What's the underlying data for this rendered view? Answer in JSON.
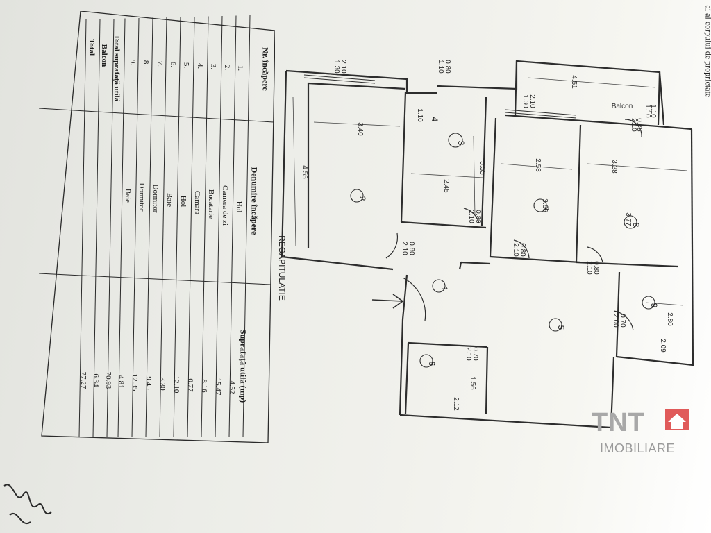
{
  "header_note": "ai al corpului de proprietate",
  "table": {
    "headers": [
      "Nr. încăpere",
      "Denumire încăpere",
      "Suprafață utilă (mp)"
    ],
    "rows": [
      {
        "nr": "1.",
        "name": "Hol",
        "area": "4.52"
      },
      {
        "nr": "2.",
        "name": "Camera de zi",
        "area": "15.47"
      },
      {
        "nr": "3.",
        "name": "Bucatarie",
        "area": "8.16"
      },
      {
        "nr": "4.",
        "name": "Camara",
        "area": "0.77"
      },
      {
        "nr": "5.",
        "name": "Hol",
        "area": "12.10"
      },
      {
        "nr": "6.",
        "name": "Baie",
        "area": "3.30"
      },
      {
        "nr": "7.",
        "name": "Dormitor",
        "area": "9.45"
      },
      {
        "nr": "8.",
        "name": "Dormitor",
        "area": "12.35"
      },
      {
        "nr": "9.",
        "name": "Baie",
        "area": "4.81"
      }
    ],
    "total_util_label": "Total suprafață utilă",
    "total_util": "70.93",
    "balcon_label": "Balcon",
    "balcon": "6.34",
    "total_label": "Total",
    "total": "77.27"
  },
  "plan": {
    "recap_label": "REGAPITULATIE",
    "balcon_label": "Balcon",
    "room_numbers": [
      "1",
      "2",
      "3",
      "4",
      "5",
      "6",
      "7",
      "8",
      "9"
    ],
    "dimensions": [
      "3.40",
      "4.55",
      "2.45",
      "3.53",
      "2.58",
      "3.66",
      "3.28",
      "3.77",
      "4.51",
      "2.10",
      "1.30",
      "0.80",
      "1.10",
      "2.10",
      "1.30",
      "0.75",
      "2.10",
      "0.80",
      "2.10",
      "0.80",
      "2.10",
      "0.80",
      "2.10",
      "0.80",
      "2.10",
      "0.70",
      "2.00",
      "2.80",
      "2.09",
      "0.70",
      "2.10",
      "1.56",
      "2.12",
      "1.10",
      "1.10",
      "1.10"
    ]
  },
  "logo": {
    "brand": "TNT",
    "sub": "IMOBILIARE",
    "accent_color": "#e05a5a",
    "brand_color": "#a8a8a8"
  },
  "signature": "semnătură"
}
